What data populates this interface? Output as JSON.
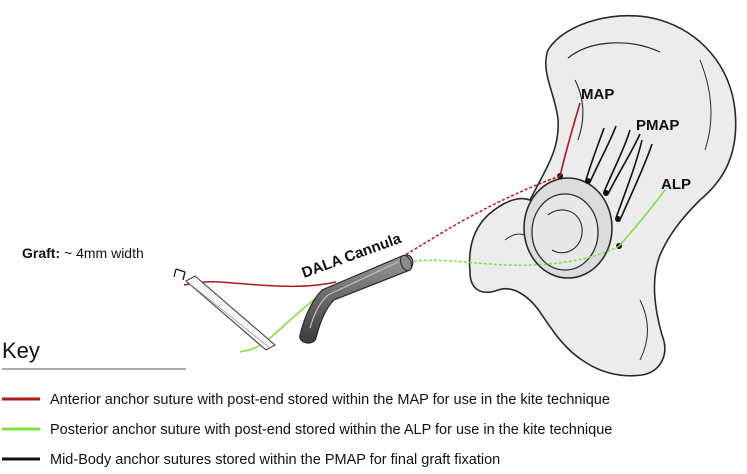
{
  "labels": {
    "map": "MAP",
    "pmap": "PMAP",
    "alp": "ALP",
    "cannula": "DALA Cannula",
    "graft_bold": "Graft:",
    "graft_rest": " ~ 4mm width"
  },
  "key": {
    "title": "Key",
    "items": [
      {
        "color": "#b0191c",
        "text": "Anterior anchor suture with post-end stored within the MAP for use in the kite technique"
      },
      {
        "color": "#7ee33d",
        "text": "Posterior anchor suture with post-end stored within the ALP for use in the kite technique"
      },
      {
        "color": "#111111",
        "text": "Mid-Body anchor sutures stored within the PMAP for final graft fixation"
      }
    ]
  },
  "colors": {
    "red_suture": "#b0191c",
    "green_suture": "#7ee33d",
    "black_suture": "#111111",
    "bone_fill": "#ececec"
  }
}
